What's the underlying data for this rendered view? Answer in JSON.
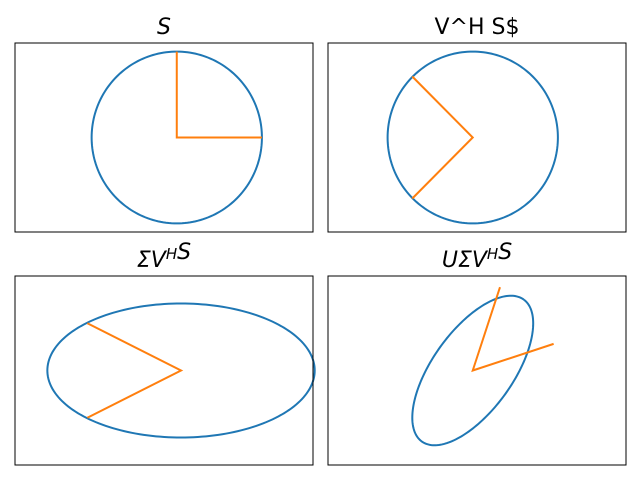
{
  "figure": {
    "colors": {
      "curve": "#1f77b4",
      "vectors": "#ff7f0e",
      "frame": "#000000"
    }
  },
  "chart_data": [
    {
      "type": "line",
      "title": "S",
      "title_parts": [
        {
          "text": "S",
          "style": "italic"
        }
      ],
      "xlim": [
        -1.9,
        1.6
      ],
      "ylim": [
        -1.1,
        1.1
      ],
      "grid": false,
      "series": [
        {
          "kind": "ellipse",
          "center": [
            0,
            0
          ],
          "radii": [
            1.0,
            1.0
          ],
          "angle_deg": 0
        },
        {
          "kind": "polyline",
          "points": [
            [
              0,
              1.0
            ],
            [
              0,
              0
            ],
            [
              1.0,
              0
            ]
          ]
        }
      ]
    },
    {
      "type": "line",
      "title": "V^H S$",
      "title_parts": [
        {
          "text": "V^H S$",
          "style": "normal"
        }
      ],
      "xlim": [
        -1.7,
        1.8
      ],
      "ylim": [
        -1.1,
        1.1
      ],
      "grid": false,
      "series": [
        {
          "kind": "ellipse",
          "center": [
            0,
            0
          ],
          "radii": [
            1.0,
            1.0
          ],
          "angle_deg": 0
        },
        {
          "kind": "polyline",
          "points": [
            [
              -0.71,
              0.71
            ],
            [
              0,
              0
            ],
            [
              -0.71,
              -0.71
            ]
          ]
        }
      ]
    },
    {
      "type": "line",
      "title": "ΣV^HS",
      "title_parts": [
        {
          "text": "ΣV",
          "style": "italic"
        },
        {
          "text": "H",
          "style": "sup"
        },
        {
          "text": "S",
          "style": "italic"
        }
      ],
      "xlim": [
        -1.95,
        1.55
      ],
      "ylim": [
        -1.1,
        1.1
      ],
      "grid": false,
      "series": [
        {
          "kind": "ellipse",
          "center": [
            0,
            0
          ],
          "radii": [
            1.57,
            0.78
          ],
          "angle_deg": 0
        },
        {
          "kind": "polyline",
          "points": [
            [
              -1.1,
              0.55
            ],
            [
              0,
              0
            ],
            [
              -1.1,
              -0.55
            ]
          ]
        }
      ]
    },
    {
      "type": "line",
      "title": "UΣV^HS",
      "title_parts": [
        {
          "text": "UΣV",
          "style": "italic"
        },
        {
          "text": "H",
          "style": "sup"
        },
        {
          "text": "S",
          "style": "italic"
        }
      ],
      "xlim": [
        -1.7,
        1.8
      ],
      "ylim": [
        -1.1,
        1.1
      ],
      "grid": false,
      "series": [
        {
          "kind": "ellipse",
          "center": [
            0,
            0
          ],
          "radii": [
            1.02,
            0.47
          ],
          "angle_deg": 54
        },
        {
          "kind": "polyline",
          "points": [
            [
              0.32,
              0.97
            ],
            [
              0,
              0
            ],
            [
              0.95,
              0.31
            ]
          ]
        }
      ]
    }
  ]
}
